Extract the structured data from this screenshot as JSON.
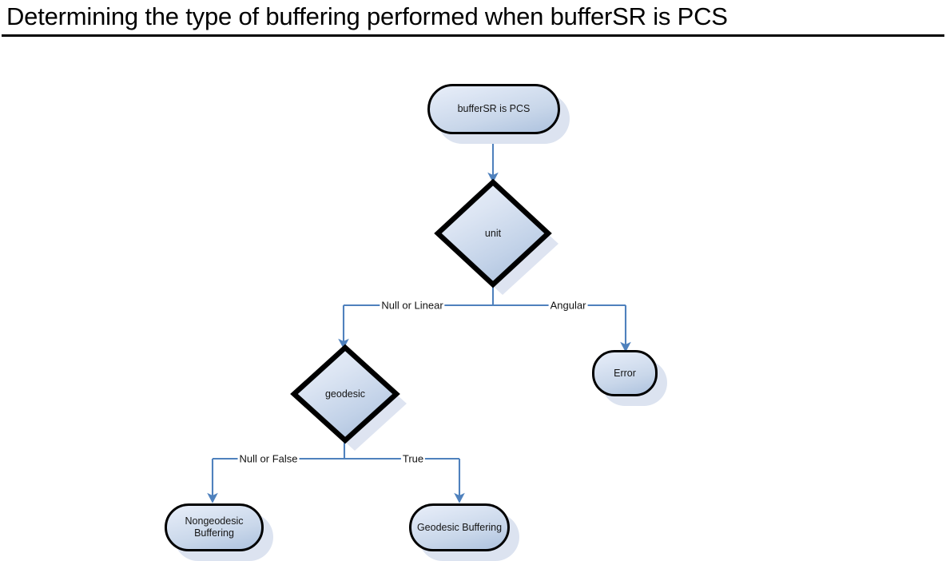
{
  "page": {
    "title": "Determining the type of buffering performed when bufferSR is PCS",
    "background": "#ffffff"
  },
  "theme": {
    "connector_color": "#4f81bd",
    "node_border": "#000000",
    "node_fill_top": "#e8eef8",
    "node_fill_bottom": "#adc2de",
    "shadow_color": "#dce3f0",
    "text_color": "#151515"
  },
  "flowchart": {
    "type": "decision-tree",
    "nodes": [
      {
        "id": "start",
        "shape": "rounded",
        "label": "bufferSR is PCS"
      },
      {
        "id": "unit",
        "shape": "diamond",
        "label": "unit"
      },
      {
        "id": "error",
        "shape": "rounded",
        "label": "Error"
      },
      {
        "id": "geodesic",
        "shape": "diamond",
        "label": "geodesic"
      },
      {
        "id": "nongeodesic",
        "shape": "rounded",
        "label_line1": "Nongeodesic",
        "label_line2": "Buffering"
      },
      {
        "id": "geobuffering",
        "shape": "rounded",
        "label": "Geodesic Buffering"
      }
    ],
    "edges": [
      {
        "from": "start",
        "to": "unit",
        "label": ""
      },
      {
        "from": "unit",
        "to": "geodesic",
        "label": "Null or Linear"
      },
      {
        "from": "unit",
        "to": "error",
        "label": "Angular"
      },
      {
        "from": "geodesic",
        "to": "nongeodesic",
        "label": "Null or False"
      },
      {
        "from": "geodesic",
        "to": "geobuffering",
        "label": "True"
      }
    ]
  }
}
